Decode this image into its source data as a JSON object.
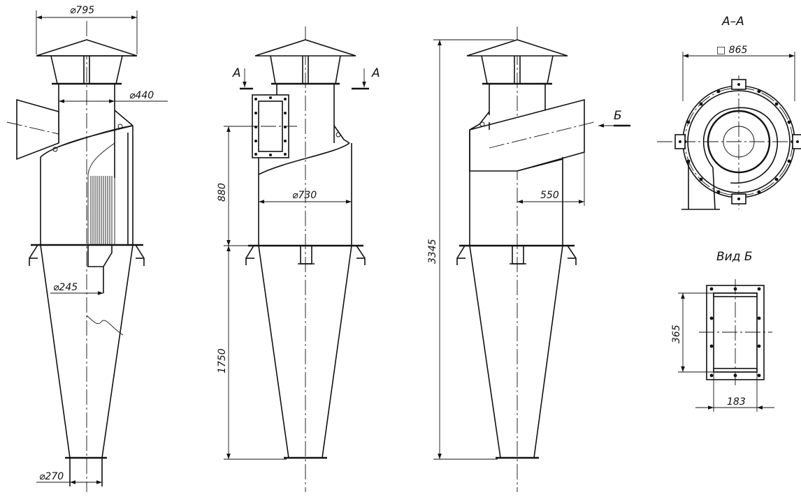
{
  "dimensions": {
    "d795": "⌀795",
    "d440": "⌀440",
    "d245": "⌀245",
    "d270": "⌀270",
    "d730": "⌀730",
    "h880": "880",
    "h1750": "1750",
    "h3345": "3345",
    "w550": "550",
    "sq865": "□ 865",
    "h365": "365",
    "w183": "183"
  },
  "sections": {
    "cut_letter": "A",
    "section_title": "A–A",
    "view_arrow_letter": "Б",
    "view_title": "Вид Б"
  }
}
